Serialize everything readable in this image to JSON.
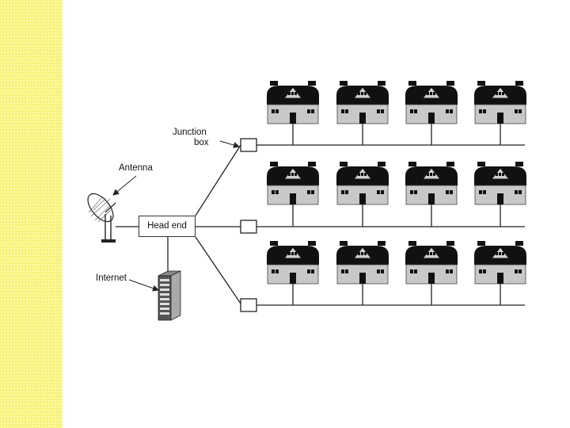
{
  "labels": {
    "junction_line1": "Junction",
    "junction_line2": "box",
    "antenna": "Antenna",
    "head_end": "Head end",
    "internet": "Internet"
  },
  "colors": {
    "side_strip": "#f8f37e",
    "roof": "#111111",
    "wall": "#c8c8c8",
    "line": "#222222"
  },
  "icons": [
    "house-icon",
    "satellite-dish-icon",
    "server-rack-icon",
    "junction-box-icon"
  ]
}
